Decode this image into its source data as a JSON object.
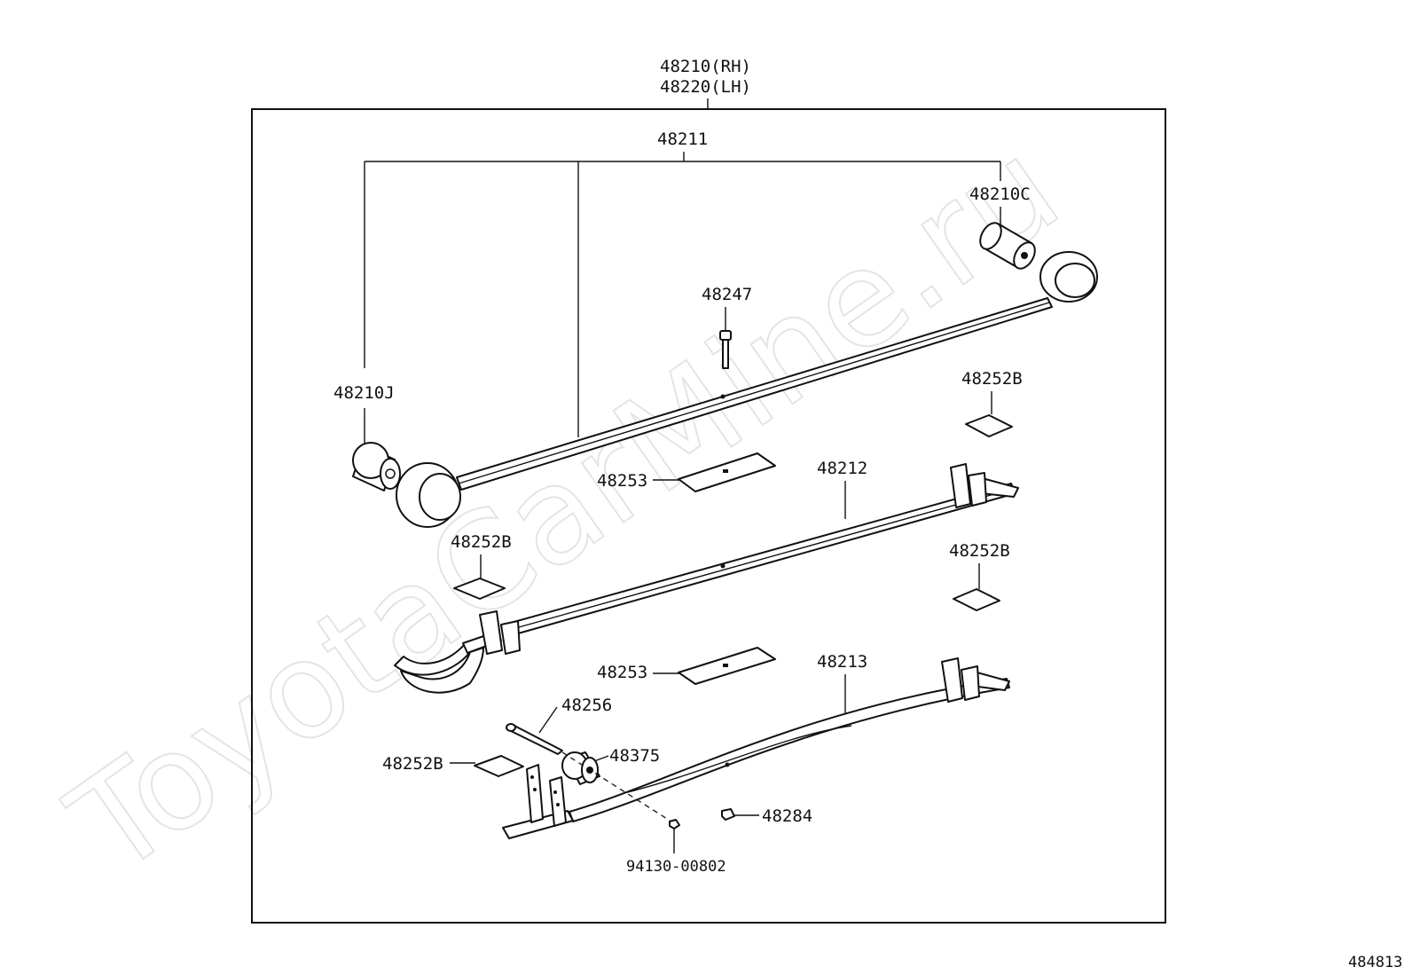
{
  "watermark": "ToyotaCarMine.ru",
  "diagram_id": "484813",
  "assembly": {
    "label_rh": "48210(RH)",
    "label_lh": "48220(LH)"
  },
  "parts": {
    "p48211": "48211",
    "p48210C": "48210C",
    "p48247": "48247",
    "p48210J": "48210J",
    "p48252B_a": "48252B",
    "p48253_a": "48253",
    "p48212": "48212",
    "p48252B_b": "48252B",
    "p48252B_c": "48252B",
    "p48253_b": "48253",
    "p48213": "48213",
    "p48256": "48256",
    "p48375": "48375",
    "p48252B_d": "48252B",
    "p48284": "48284",
    "p94130": "94130-00802"
  }
}
